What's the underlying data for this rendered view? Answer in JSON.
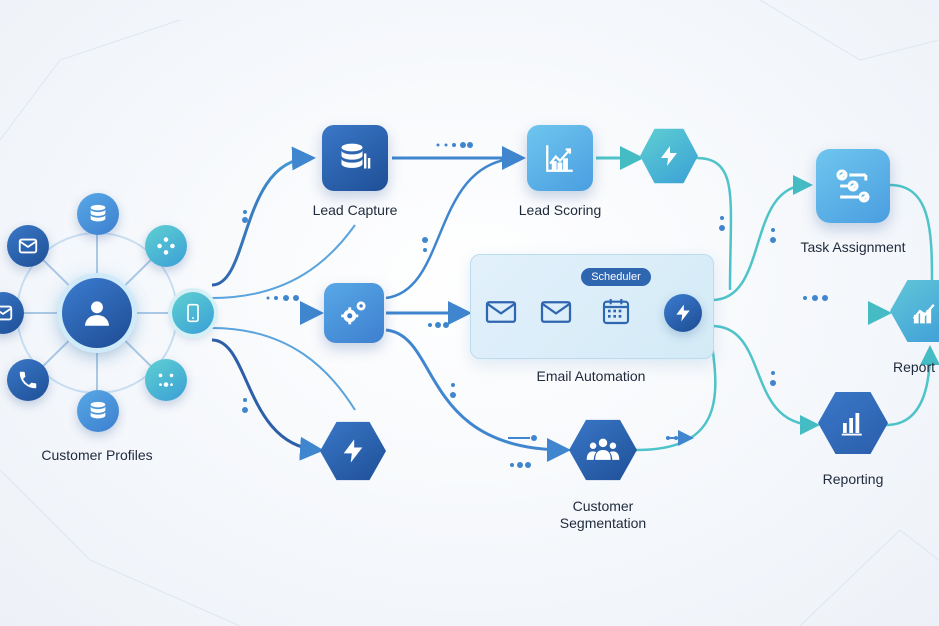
{
  "labels": {
    "customer_profiles": "Customer Profiles",
    "lead_capture": "Lead Capture",
    "lead_scoring": "Lead Scoring",
    "email_automation": "Email Automation",
    "scheduler": "Scheduler",
    "customer_segmentation": "Customer\nSegmentation",
    "task_assignment": "Task Assignment",
    "reporting": "Reporting",
    "reports_cropped": "Report"
  },
  "colors": {
    "dark_blue": "#1e4f96",
    "mid_blue": "#3d7fcf",
    "teal": "#4ec3c9",
    "connector": "#3f86cf"
  },
  "icons": [
    "user-icon",
    "envelope-icon",
    "database-icon",
    "nodes-icon",
    "phone-icon",
    "mobile-icon",
    "gears-icon",
    "lightning-icon",
    "chart-icon",
    "calendar-icon",
    "checklist-icon",
    "team-icon"
  ]
}
